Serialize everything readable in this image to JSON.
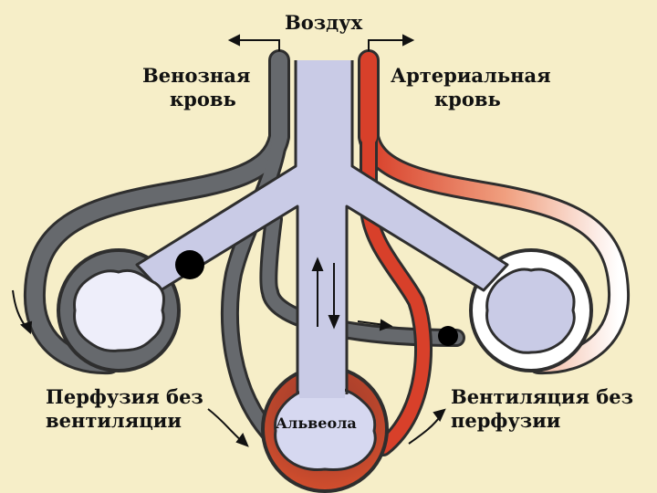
{
  "labels": {
    "air": "Воздух",
    "venous_line1": "Венозная",
    "venous_line2": "кровь",
    "arterial_line1": "Артериальная",
    "arterial_line2": "кровь",
    "perfusion_line1": "Перфузия без",
    "perfusion_line2": "вентиляции",
    "ventilation_line1": "Вентиляция без",
    "ventilation_line2": "перфузии",
    "alveolus": "Альвеола"
  },
  "colors": {
    "background": "#f6eec8",
    "airway": "#c9cbe6",
    "venous": "#5f6266",
    "arterial": "#d8402a",
    "vessel_outline": "#3a3a3a",
    "blocked_vessel": "#ffffff"
  }
}
